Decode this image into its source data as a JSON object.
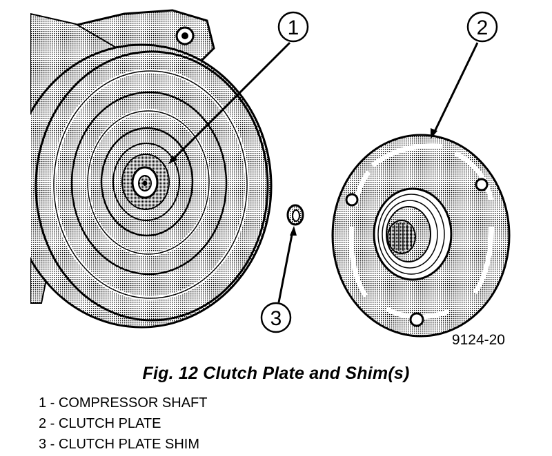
{
  "figure": {
    "caption": "Fig. 12 Clutch Plate and Shim(s)",
    "code": "9124-20",
    "callouts": [
      {
        "number": "1",
        "label": "1 - COMPRESSOR SHAFT"
      },
      {
        "number": "2",
        "label": "2 - CLUTCH PLATE"
      },
      {
        "number": "3",
        "label": "3 - CLUTCH PLATE SHIM"
      }
    ]
  },
  "colors": {
    "ink": "#000000",
    "paper": "#ffffff",
    "halftone": "#9a9a9a"
  }
}
